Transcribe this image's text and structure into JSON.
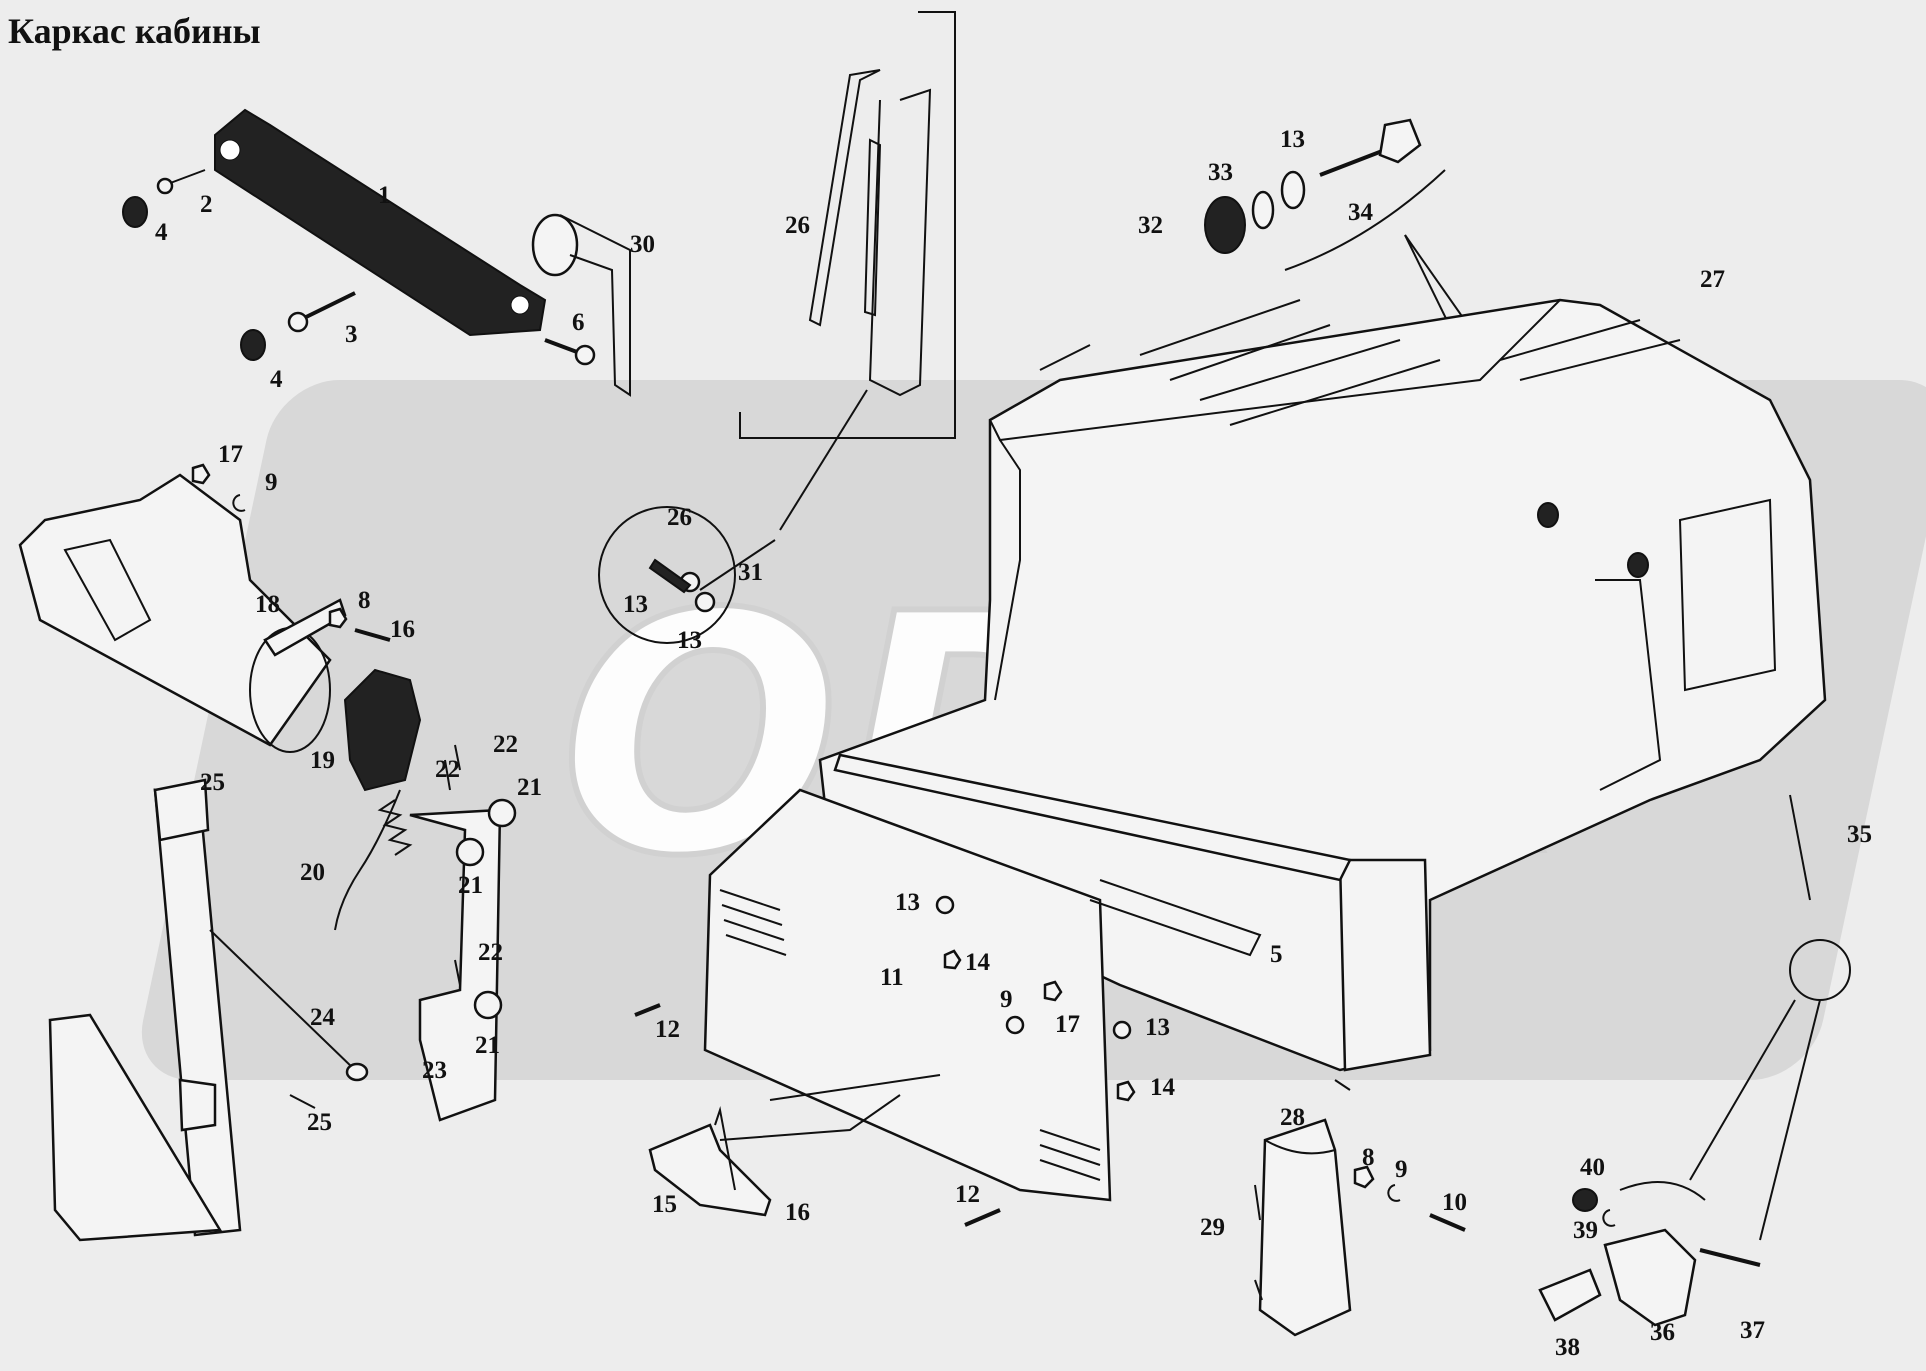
{
  "title": "Каркас кабины",
  "watermark": {
    "text": "OREX",
    "color": "#d2d2d2"
  },
  "labels": [
    {
      "id": "1",
      "text": "1"
    },
    {
      "id": "2",
      "text": "2"
    },
    {
      "id": "3",
      "text": "3"
    },
    {
      "id": "4a",
      "text": "4"
    },
    {
      "id": "4b",
      "text": "4"
    },
    {
      "id": "5",
      "text": "5"
    },
    {
      "id": "6",
      "text": "6"
    },
    {
      "id": "8a",
      "text": "8"
    },
    {
      "id": "8b",
      "text": "8"
    },
    {
      "id": "9a",
      "text": "9"
    },
    {
      "id": "9b",
      "text": "9"
    },
    {
      "id": "9c",
      "text": "9"
    },
    {
      "id": "10",
      "text": "10"
    },
    {
      "id": "11",
      "text": "11"
    },
    {
      "id": "12a",
      "text": "12"
    },
    {
      "id": "12b",
      "text": "12"
    },
    {
      "id": "13a",
      "text": "13"
    },
    {
      "id": "13b",
      "text": "13"
    },
    {
      "id": "13c",
      "text": "13"
    },
    {
      "id": "13d",
      "text": "13"
    },
    {
      "id": "13e",
      "text": "13"
    },
    {
      "id": "14a",
      "text": "14"
    },
    {
      "id": "14b",
      "text": "14"
    },
    {
      "id": "15",
      "text": "15"
    },
    {
      "id": "16a",
      "text": "16"
    },
    {
      "id": "16b",
      "text": "16"
    },
    {
      "id": "17a",
      "text": "17"
    },
    {
      "id": "17b",
      "text": "17"
    },
    {
      "id": "18",
      "text": "18"
    },
    {
      "id": "19",
      "text": "19"
    },
    {
      "id": "20",
      "text": "20"
    },
    {
      "id": "21a",
      "text": "21"
    },
    {
      "id": "21b",
      "text": "21"
    },
    {
      "id": "21c",
      "text": "21"
    },
    {
      "id": "22a",
      "text": "22"
    },
    {
      "id": "22b",
      "text": "22"
    },
    {
      "id": "22c",
      "text": "22"
    },
    {
      "id": "23",
      "text": "23"
    },
    {
      "id": "24",
      "text": "24"
    },
    {
      "id": "25a",
      "text": "25"
    },
    {
      "id": "25b",
      "text": "25"
    },
    {
      "id": "26a",
      "text": "26"
    },
    {
      "id": "26b",
      "text": "26"
    },
    {
      "id": "27",
      "text": "27"
    },
    {
      "id": "28",
      "text": "28"
    },
    {
      "id": "29",
      "text": "29"
    },
    {
      "id": "30",
      "text": "30"
    },
    {
      "id": "31",
      "text": "31"
    },
    {
      "id": "32",
      "text": "32"
    },
    {
      "id": "33",
      "text": "33"
    },
    {
      "id": "34",
      "text": "34"
    },
    {
      "id": "35",
      "text": "35"
    },
    {
      "id": "36",
      "text": "36"
    },
    {
      "id": "37",
      "text": "37"
    },
    {
      "id": "38",
      "text": "38"
    },
    {
      "id": "39",
      "text": "39"
    },
    {
      "id": "40",
      "text": "40"
    }
  ]
}
